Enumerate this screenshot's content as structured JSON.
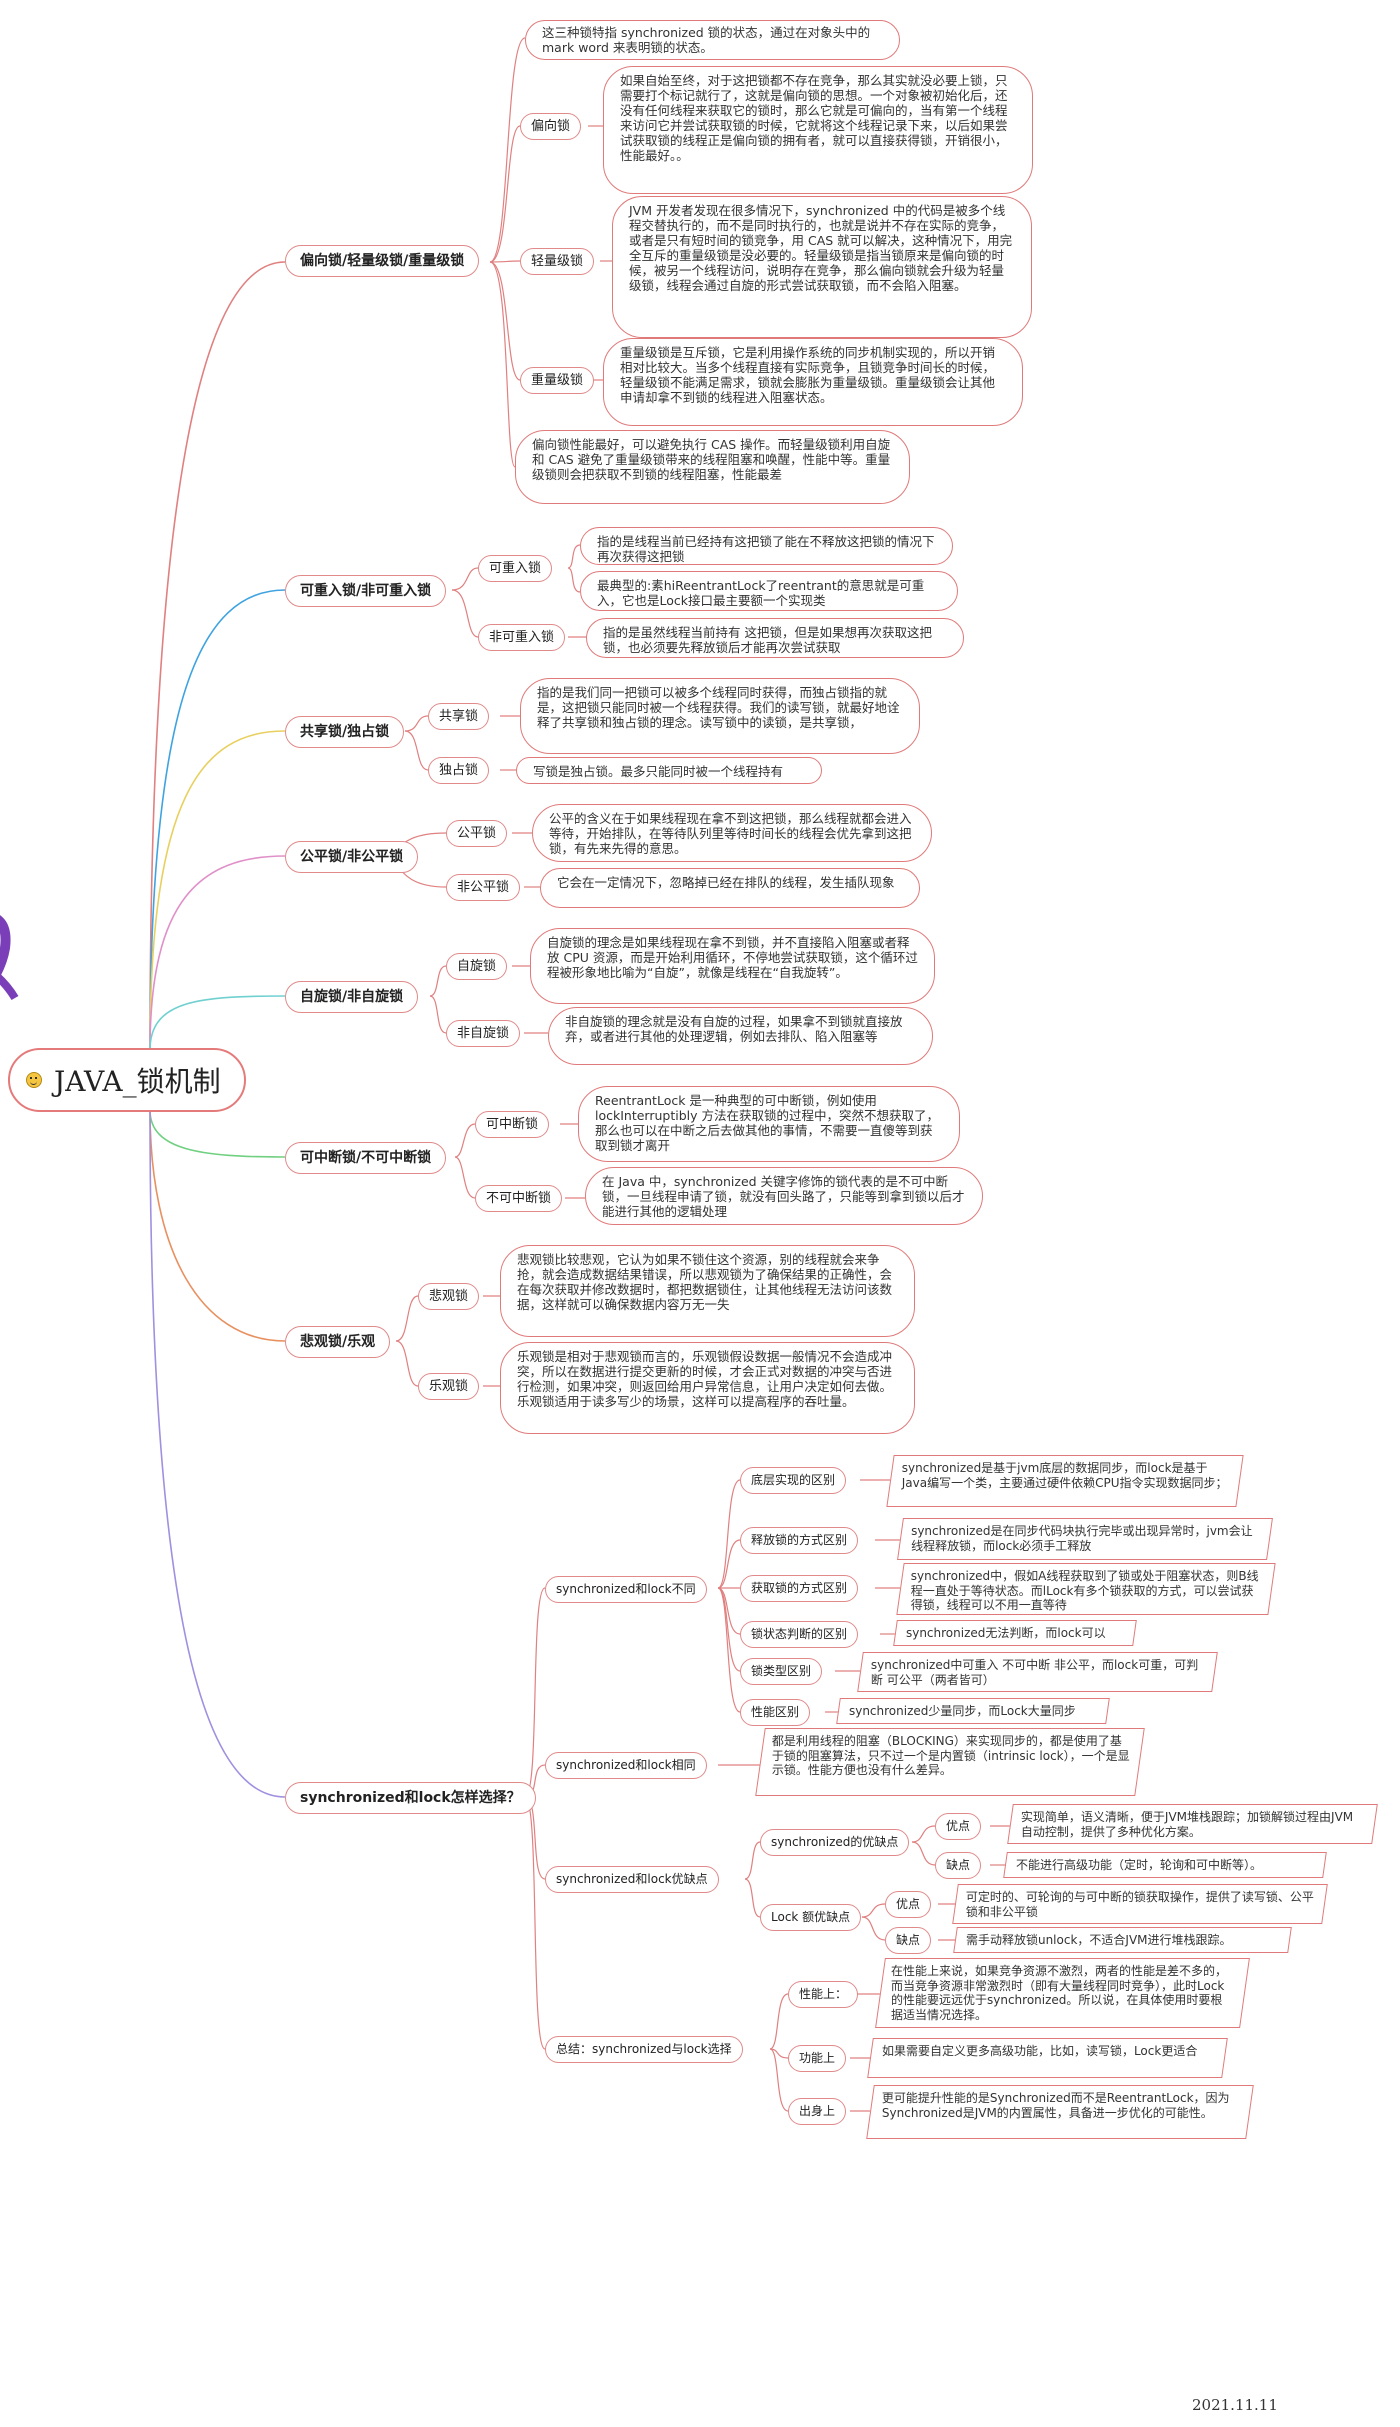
{
  "root": {
    "title": "JAVA_锁机制"
  },
  "branches": {
    "b1": {
      "label": "偏向锁/轻量级锁/重量级锁",
      "intro": "这三种锁特指 synchronized 锁的状态，通过在对象头中的 mark word 来表明锁的状态。",
      "biased_label": "偏向锁",
      "biased_text": "如果自始至终，对于这把锁都不存在竞争，那么其实就没必要上锁，只需要打个标记就行了，这就是偏向锁的思想。一个对象被初始化后，还没有任何线程来获取它的锁时，那么它就是可偏向的，当有第一个线程来访问它并尝试获取锁的时候，它就将这个线程记录下来，以后如果尝试获取锁的线程正是偏向锁的拥有者，就可以直接获得锁，开销很小，性能最好。。",
      "light_label": "轻量级锁",
      "light_text": "JVM 开发者发现在很多情况下，synchronized 中的代码是被多个线程交替执行的，而不是同时执行的，也就是说并不存在实际的竞争，或者是只有短时间的锁竞争，用 CAS 就可以解决，这种情况下，用完全互斥的重量级锁是没必要的。轻量级锁是指当锁原来是偏向锁的时候，被另一个线程访问，说明存在竞争，那么偏向锁就会升级为轻量级锁，线程会通过自旋的形式尝试获取锁，而不会陷入阻塞。",
      "heavy_label": "重量级锁",
      "heavy_text": "重量级锁是互斥锁，它是利用操作系统的同步机制实现的，所以开销相对比较大。当多个线程直接有实际竞争，且锁竞争时间长的时候，轻量级锁不能满足需求，锁就会膨胀为重量级锁。重量级锁会让其他申请却拿不到锁的线程进入阻塞状态。",
      "summary": "偏向锁性能最好，可以避免执行 CAS 操作。而轻量级锁利用自旋和 CAS 避免了重量级锁带来的线程阻塞和唤醒，性能中等。重量级锁则会把获取不到锁的线程阻塞，性能最差"
    },
    "b2": {
      "label": "可重入锁/非可重入锁",
      "re_label": "可重入锁",
      "re_text1": "指的是线程当前已经持有这把锁了能在不释放这把锁的情况下再次获得这把锁",
      "re_text2": "最典型的:素hiReentrantLock了reentrant的意思就是可重入，它也是Lock接口最主要额一个实现类",
      "nre_label": "非可重入锁",
      "nre_text": "指的是虽然线程当前持有 这把锁，但是如果想再次获取这把锁，也必须要先释放锁后才能再次尝试获取"
    },
    "b3": {
      "label": "共享锁/独占锁",
      "share_label": "共享锁",
      "share_text": "指的是我们同一把锁可以被多个线程同时获得，而独占锁指的就是，这把锁只能同时被一个线程获得。我们的读写锁，就最好地诠释了共享锁和独占锁的理念。读写锁中的读锁，是共享锁，",
      "excl_label": "独占锁",
      "excl_text": "写锁是独占锁。最多只能同时被一个线程持有"
    },
    "b4": {
      "label": "公平锁/非公平锁",
      "fair_label": "公平锁",
      "fair_text": "公平的含义在于如果线程现在拿不到这把锁，那么线程就都会进入等待，开始排队，在等待队列里等待时间长的线程会优先拿到这把锁，有先来先得的意思。",
      "unfair_label": "非公平锁",
      "unfair_text": "它会在一定情况下，忽略掉已经在排队的线程，发生插队现象"
    },
    "b5": {
      "label": "自旋锁/非自旋锁",
      "spin_label": "自旋锁",
      "spin_text": "自旋锁的理念是如果线程现在拿不到锁，并不直接陷入阻塞或者释放 CPU 资源，而是开始利用循环，不停地尝试获取锁，这个循环过程被形象地比喻为“自旋”，就像是线程在“自我旋转”。",
      "nospin_label": "非自旋锁",
      "nospin_text": "非自旋锁的理念就是没有自旋的过程，如果拿不到锁就直接放弃，或者进行其他的处理逻辑，例如去排队、陷入阻塞等"
    },
    "b6": {
      "label": "可中断锁/不可中断锁",
      "int_label": "可中断锁",
      "int_text": "ReentrantLock 是一种典型的可中断锁，例如使用 lockInterruptibly 方法在获取锁的过程中，突然不想获取了，那么也可以在中断之后去做其他的事情，不需要一直傻等到获取到锁才离开",
      "nint_label": "不可中断锁",
      "nint_text": "在 Java 中，synchronized 关键字修饰的锁代表的是不可中断锁，一旦线程申请了锁，就没有回头路了，只能等到拿到锁以后才能进行其他的逻辑处理"
    },
    "b7": {
      "label": "悲观锁/乐观",
      "pess_label": "悲观锁",
      "pess_text": "悲观锁比较悲观，它认为如果不锁住这个资源，别的线程就会来争抢，就会造成数据结果错误，所以悲观锁为了确保结果的正确性，会在每次获取并修改数据时，都把数据锁住，让其他线程无法访问该数据，这样就可以确保数据内容万无一失",
      "opt_label": "乐观锁",
      "opt_text": "乐观锁是相对于悲观锁而言的，乐观锁假设数据一般情况不会造成冲突，所以在数据进行提交更新的时候，才会正式对数据的冲突与否进行检测，如果冲突，则返回给用户异常信息，让用户决定如何去做。乐观锁适用于读多写少的场景，这样可以提高程序的吞吐量。"
    },
    "b8": {
      "label": "synchronized和lock怎样选择？",
      "diff": {
        "label": "synchronized和lock不同",
        "items": [
          {
            "label": "底层实现的区别",
            "text": "synchronized是基于jvm底层的数据同步，而lock是基于Java编写一个类，主要通过硬件依赖CPU指令实现数据同步；"
          },
          {
            "label": "释放锁的方式区别",
            "text": "synchronized是在同步代码块执行完毕或出现异常时，jvm会让线程释放锁，而lock必须手工释放"
          },
          {
            "label": "获取锁的方式区别",
            "text": "synchronized中，假如A线程获取到了锁或处于阻塞状态，则B线程一直处于等待状态。而lLock有多个锁获取的方式，可以尝试获得锁，线程可以不用一直等待"
          },
          {
            "label": "锁状态判断的区别",
            "text": "synchronized无法判断，而lock可以"
          },
          {
            "label": "锁类型区别",
            "text": "synchronized中可重入 不可中断 非公平，而lock可重，可判断 可公平（两者皆可）"
          },
          {
            "label": "性能区别",
            "text": "synchronized少量同步，而Lock大量同步"
          }
        ]
      },
      "same": {
        "label": "synchronized和lock相同",
        "text": "都是利用线程的阻塞（BLOCKING）来实现同步的，都是使用了基于锁的阻塞算法，只不过一个是内置锁（intrinsic lock），一个是显示锁。性能方便也没有什么差异。"
      },
      "pros": {
        "label": "synchronized和lock优缺点",
        "sync_label": "synchronized的优缺点",
        "sync_pro_label": "优点",
        "sync_pro_text": "实现简单，语义清晰，便于JVM堆栈跟踪；加锁解锁过程由JVM自动控制，提供了多种优化方案。",
        "sync_con_label": "缺点",
        "sync_con_text": "不能进行高级功能（定时，轮询和可中断等）。",
        "lock_label": "Lock 额优缺点",
        "lock_pro_label": "优点",
        "lock_pro_text": "可定时的、可轮询的与可中断的锁获取操作，提供了读写锁、公平锁和非公平锁",
        "lock_con_label": "缺点",
        "lock_con_text": "需手动释放锁unlock，不适合JVM进行堆栈跟踪。"
      },
      "sum": {
        "label": "总结：synchronized与lock选择",
        "perf_label": "性能上：",
        "perf_text": "在性能上来说，如果竞争资源不激烈，两者的性能是差不多的，而当竞争资源非常激烈时（即有大量线程同时竞争），此时Lock的性能要远远优于synchronized。所以说，在具体使用时要根据适当情况选择。",
        "func_label": "功能上",
        "func_text": "如果需要自定义更多高级功能，比如，读写锁，Lock更适合",
        "origin_label": "出身上",
        "origin_text": "更可能提升性能的是Synchronized而不是ReentrantLock，因为Synchronized是JVM的内置属性，具备进一步优化的可能性。"
      }
    }
  },
  "footer": {
    "date": "2021.11.11"
  }
}
